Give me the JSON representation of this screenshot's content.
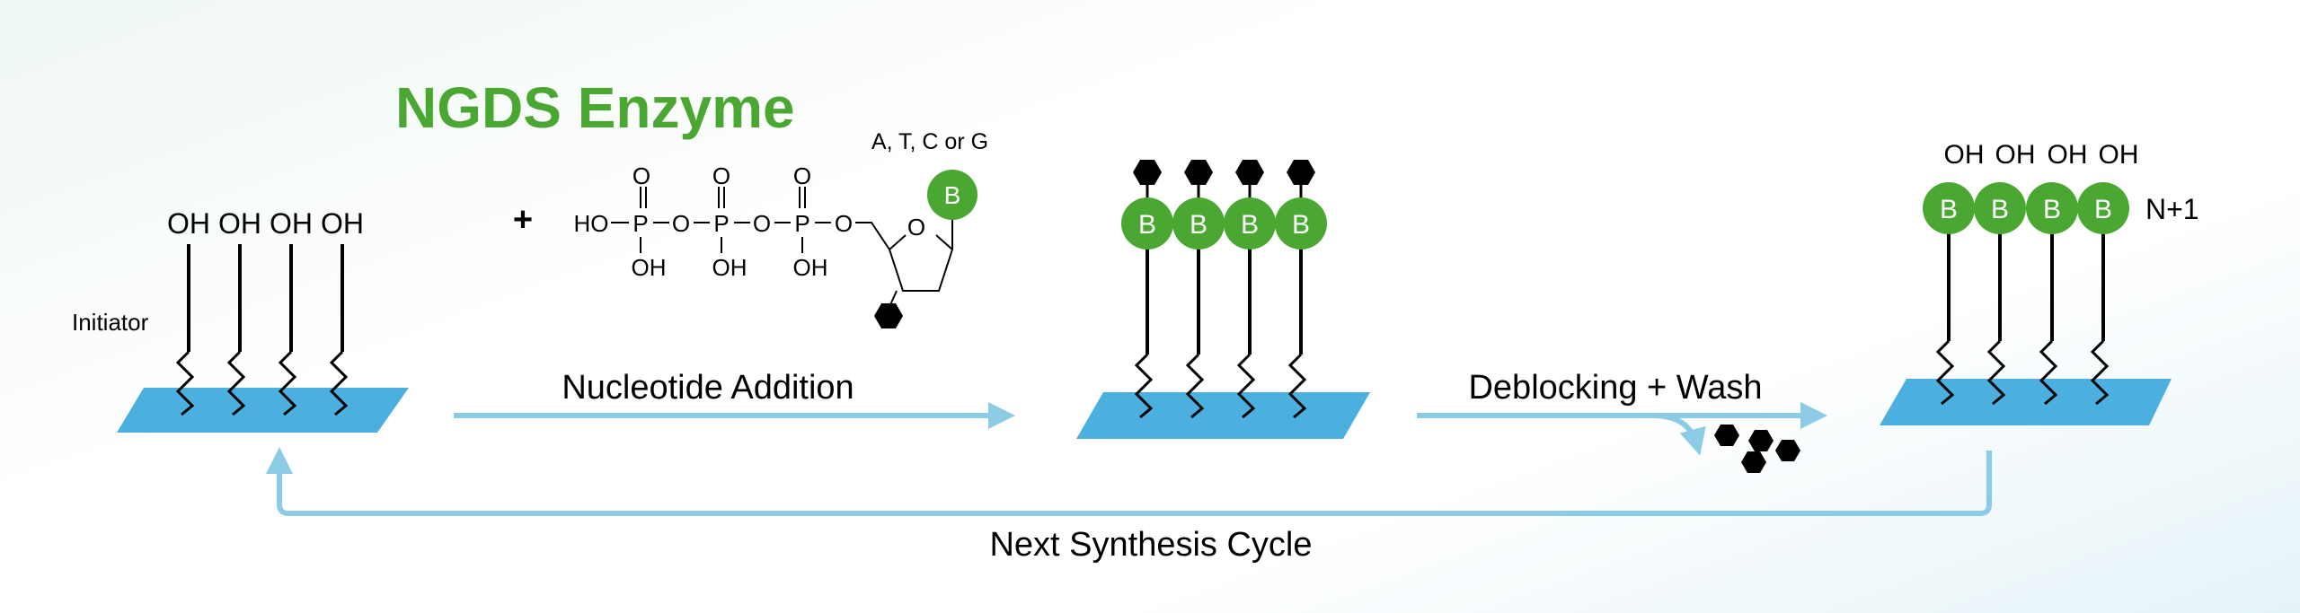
{
  "title": "NGDS Enzyme",
  "initiator_label": "Initiator",
  "hydroxyl": "OH",
  "plus": "+",
  "base_options": "A, T, C or G",
  "base_letter": "B",
  "oxygen": "O",
  "phosphorus": "P",
  "ho_group": "HO",
  "step_addition": "Nucleotide Addition",
  "step_deblock": "Deblocking + Wash",
  "step_cycle": "Next Synthesis Cycle",
  "n_plus_one": "N+1",
  "colors": {
    "surface": "#4bafdf",
    "arrow": "#8ccbe6",
    "base": "#4aa832",
    "title": "#4aa832",
    "block": "#000000"
  }
}
